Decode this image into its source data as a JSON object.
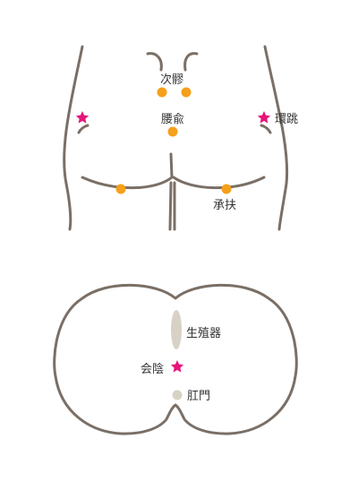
{
  "colors": {
    "outline": "#7a6f66",
    "acupoint": "#f5a01a",
    "star": "#e6157a",
    "anatomy": "#d8d2c6",
    "text": "#333333"
  },
  "back_view": {
    "points": {
      "jiliao": "次髎",
      "yaoyu": "腰兪",
      "huantiao": "環跳",
      "chengfu": "承扶"
    }
  },
  "perineum_view": {
    "labels": {
      "genitals": "生殖器",
      "huiyin": "会陰",
      "anus": "肛門"
    }
  }
}
